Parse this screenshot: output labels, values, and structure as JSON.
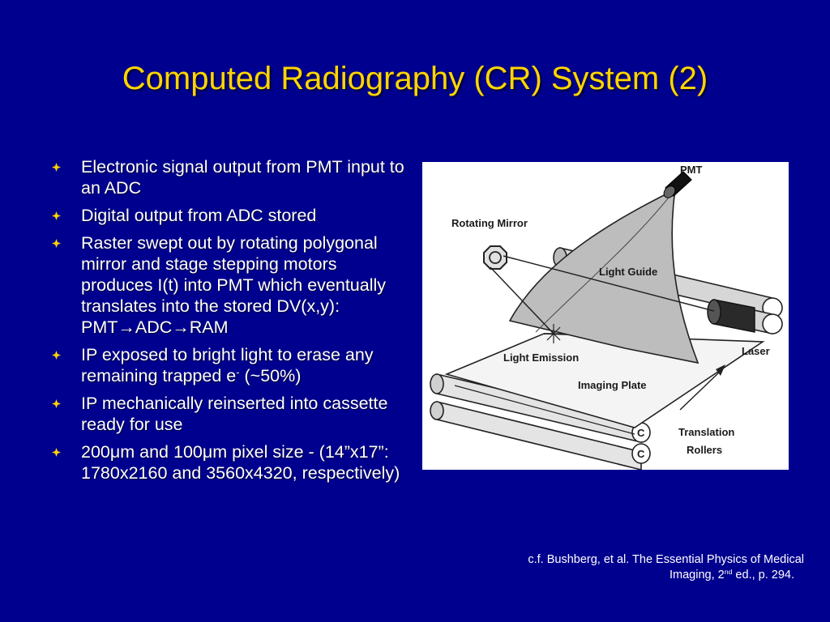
{
  "slide": {
    "title": "Computed Radiography (CR) System (2)"
  },
  "bullets": [
    {
      "parts": [
        "Electronic signal output from PMT input to an ADC"
      ]
    },
    {
      "parts": [
        "Digital output from ADC stored"
      ]
    },
    {
      "parts": [
        "Raster swept out by rotating polygonal mirror and stage stepping motors produces I(t) into PMT which eventually translates into the stored DV(x,y): PMT→ADC→RAM"
      ]
    },
    {
      "parts": [
        "IP exposed to bright light to erase any remaining trapped e",
        "-",
        " (~50%)"
      ]
    },
    {
      "parts": [
        "IP mechanically reinserted into cassette ready for use"
      ]
    },
    {
      "parts": [
        "200μm and 100μm pixel size - (14”x17”: 1780x2160 and 3560x4320, respectively)"
      ]
    }
  ],
  "figure": {
    "labels": {
      "pmt": "PMT",
      "rotating_mirror": "Rotating Mirror",
      "light_guide": "Light Guide",
      "light_emission": "Light Emission",
      "laser": "Laser",
      "imaging_plate": "Imaging Plate",
      "translation": "Translation",
      "rollers": "Rollers",
      "roller_c": "C"
    }
  },
  "citation": {
    "line1": "c.f. Bushberg, et al. The Essential Physics of Medical",
    "line2_pre": "Imaging, 2",
    "line2_sup": "nd",
    "line2_post": " ed., p. 294."
  },
  "colors": {
    "background": "#00008f",
    "title": "#ffd500",
    "text": "#ffffff"
  },
  "icons": {
    "bullet": "diamond-bullet-icon"
  }
}
